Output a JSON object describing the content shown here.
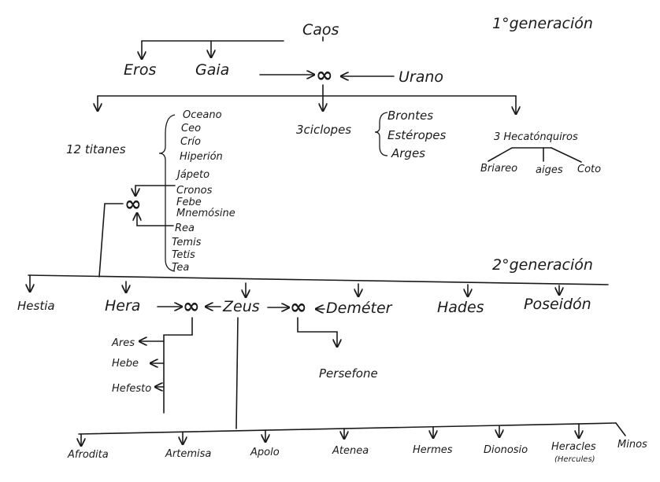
{
  "headings": {
    "first_generation": "1°generación",
    "second_generation": "2°generación"
  },
  "gen1": {
    "chaos": "Caos",
    "eros": "Eros",
    "gaia": "Gaia",
    "union": "∞",
    "urano": "Urano"
  },
  "children": {
    "titans_label": "12 titanes",
    "titans": [
      "Oceano",
      "Ceo",
      "Crío",
      "Hiperión",
      "Jápeto",
      "Cronos",
      "Febe",
      "Mnemósine",
      "Rea",
      "Temis",
      "Tetis",
      "Tea"
    ],
    "titans_union": "∞",
    "cyclopes_label": "3ciclopes",
    "cyclopes": [
      "Brontes",
      "Estéropes",
      "Arges"
    ],
    "hecatoncheires_label": "3 Hecatónquiros",
    "hecatoncheires": [
      "Briareo",
      "aiges",
      "Coto"
    ]
  },
  "gen2": {
    "hestia": "Hestia",
    "hera": "Hera",
    "union_hera_zeus": "∞",
    "zeus": "Zeus",
    "union_zeus_demeter": "∞",
    "demeter": "Deméter",
    "hades": "Hades",
    "poseidon": "Poseidón"
  },
  "hera_children": [
    "Ares",
    "Hebe",
    "Hefesto"
  ],
  "demeter_child": "Persefone",
  "zeus_children": [
    "Afrodita",
    "Artemisa",
    "Apolo",
    "Atenea",
    "Hermes",
    "Dionosio",
    "Heracles",
    "Minos"
  ],
  "heracles_note": "(Hercules)"
}
